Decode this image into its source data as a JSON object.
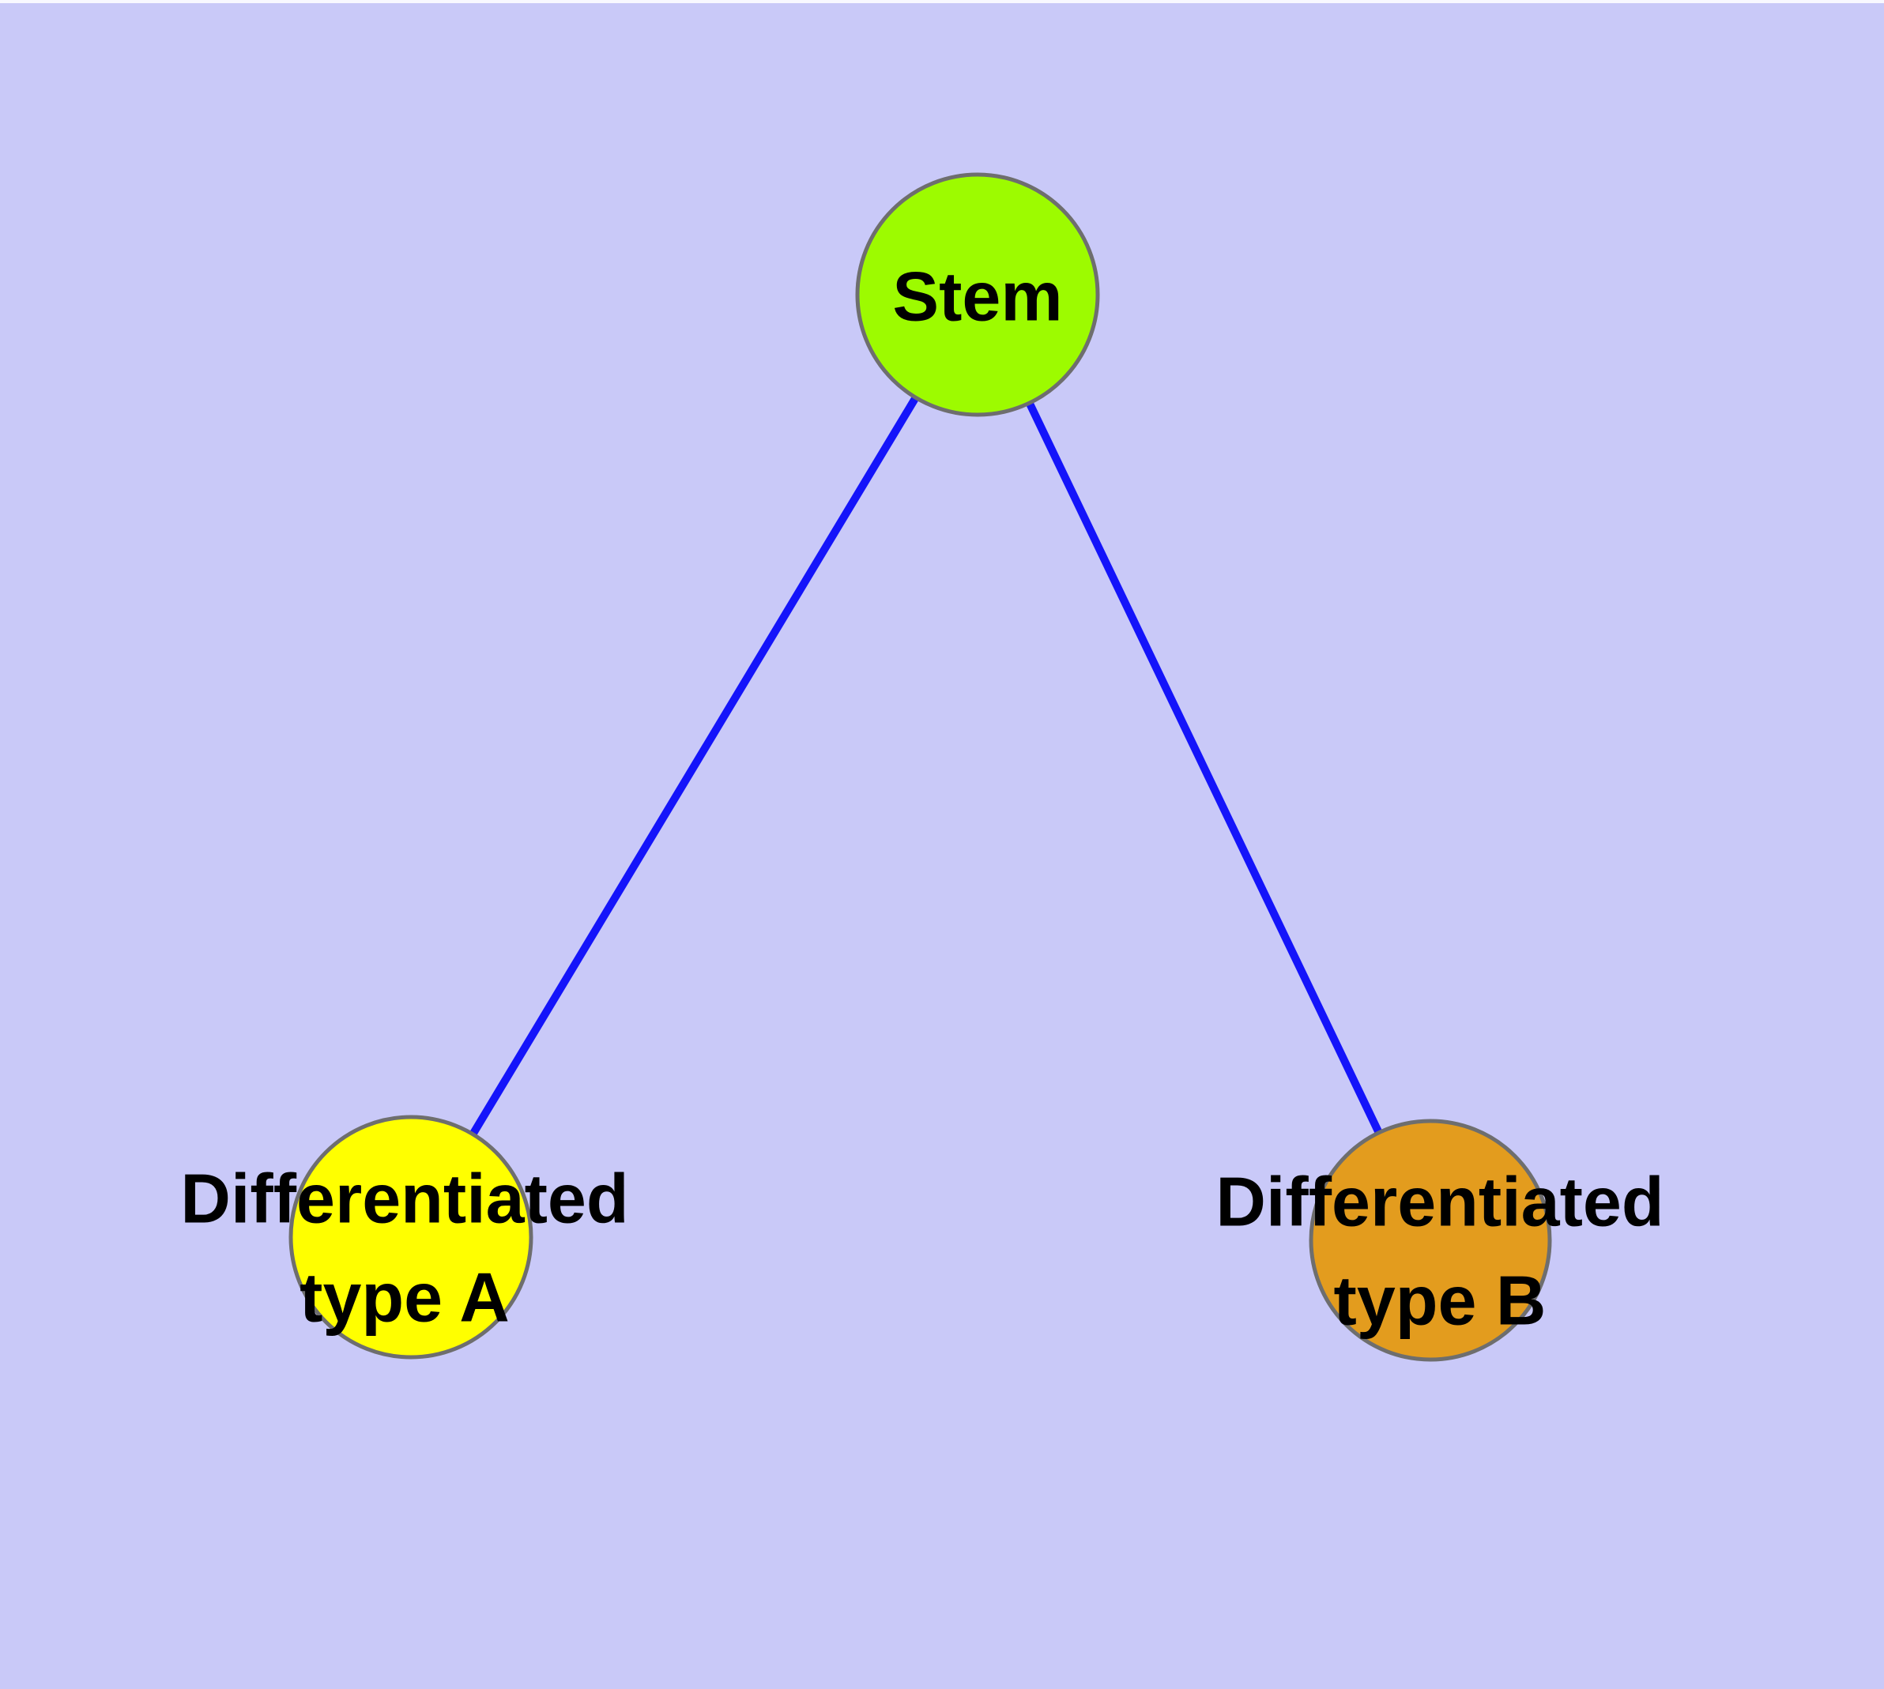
{
  "diagram": {
    "background_color": "#C9C9F8",
    "top_edge_highlight_color": "#F8F8FF",
    "edge_color": "#1414FA",
    "node_border_color": "#6E6E6E",
    "label_color": "#000000",
    "nodes": [
      {
        "id": "stem",
        "label": "Stem",
        "label_lines": [
          "Stem"
        ],
        "color": "#9DFB00"
      },
      {
        "id": "type-a",
        "label": "Differentiated type A",
        "label_lines": [
          "Differentiated",
          "type A"
        ],
        "color": "#FFFF00"
      },
      {
        "id": "type-b",
        "label": "Differentiated type B",
        "label_lines": [
          "Differentiated",
          "type B"
        ],
        "color": "#E39C1E"
      }
    ],
    "edges": [
      {
        "from": "Stem",
        "to": "Differentiated type A"
      },
      {
        "from": "Stem",
        "to": "Differentiated type B"
      }
    ]
  }
}
